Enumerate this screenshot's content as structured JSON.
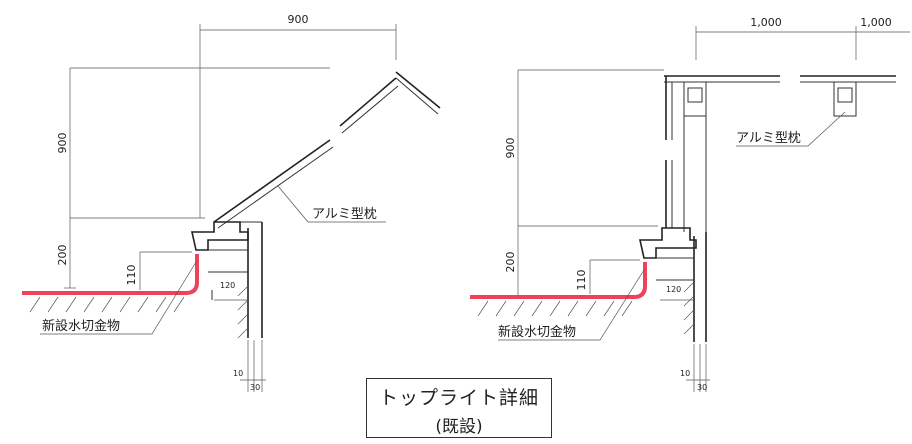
{
  "left_detail": {
    "dim_top": "900",
    "dim_vertical_upper": "900",
    "dim_vertical_lower": "200",
    "dim_110": "110",
    "dim_120": "120",
    "dim_10": "10",
    "dim_30": "30",
    "label_aluminum": "アルミ型枕",
    "label_flashing": "新設水切金物"
  },
  "right_detail": {
    "dim_top_left": "1,000",
    "dim_top_right": "1,000",
    "dim_vertical_upper": "900",
    "dim_vertical_lower": "200",
    "dim_110": "110",
    "dim_120": "120",
    "dim_10": "10",
    "dim_30": "30",
    "label_aluminum": "アルミ型枕",
    "label_flashing": "新設水切金物"
  },
  "caption": {
    "title": "トップライト詳細",
    "subtitle": "(既設)"
  },
  "colors": {
    "flashing": "#f0405a",
    "line": "#333333"
  }
}
